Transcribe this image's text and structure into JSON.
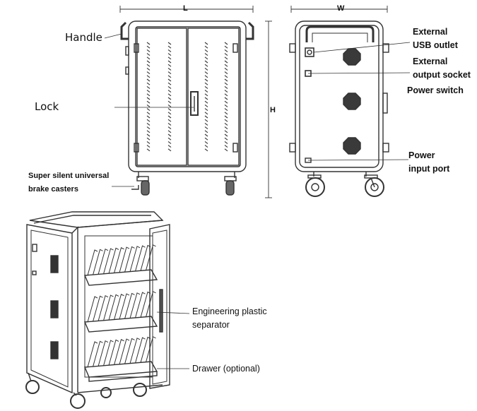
{
  "dimensions": {
    "length": "L",
    "width": "W",
    "height": "H"
  },
  "callouts": {
    "handle": "Handle",
    "lock": "Lock",
    "casters_line1": "Super  silent  universal",
    "casters_line2": "brake casters",
    "usb_line1": "External",
    "usb_line2": "USB outlet",
    "socket_line1": "External",
    "socket_line2": "output socket",
    "power_switch": "Power switch",
    "input_line1": "Power",
    "input_line2": "input port",
    "separator_line1": "Engineering         plastic",
    "separator_line2": "separator",
    "drawer": "Drawer (optional)"
  },
  "colors": {
    "line": "#333333",
    "accent": "#555555"
  }
}
